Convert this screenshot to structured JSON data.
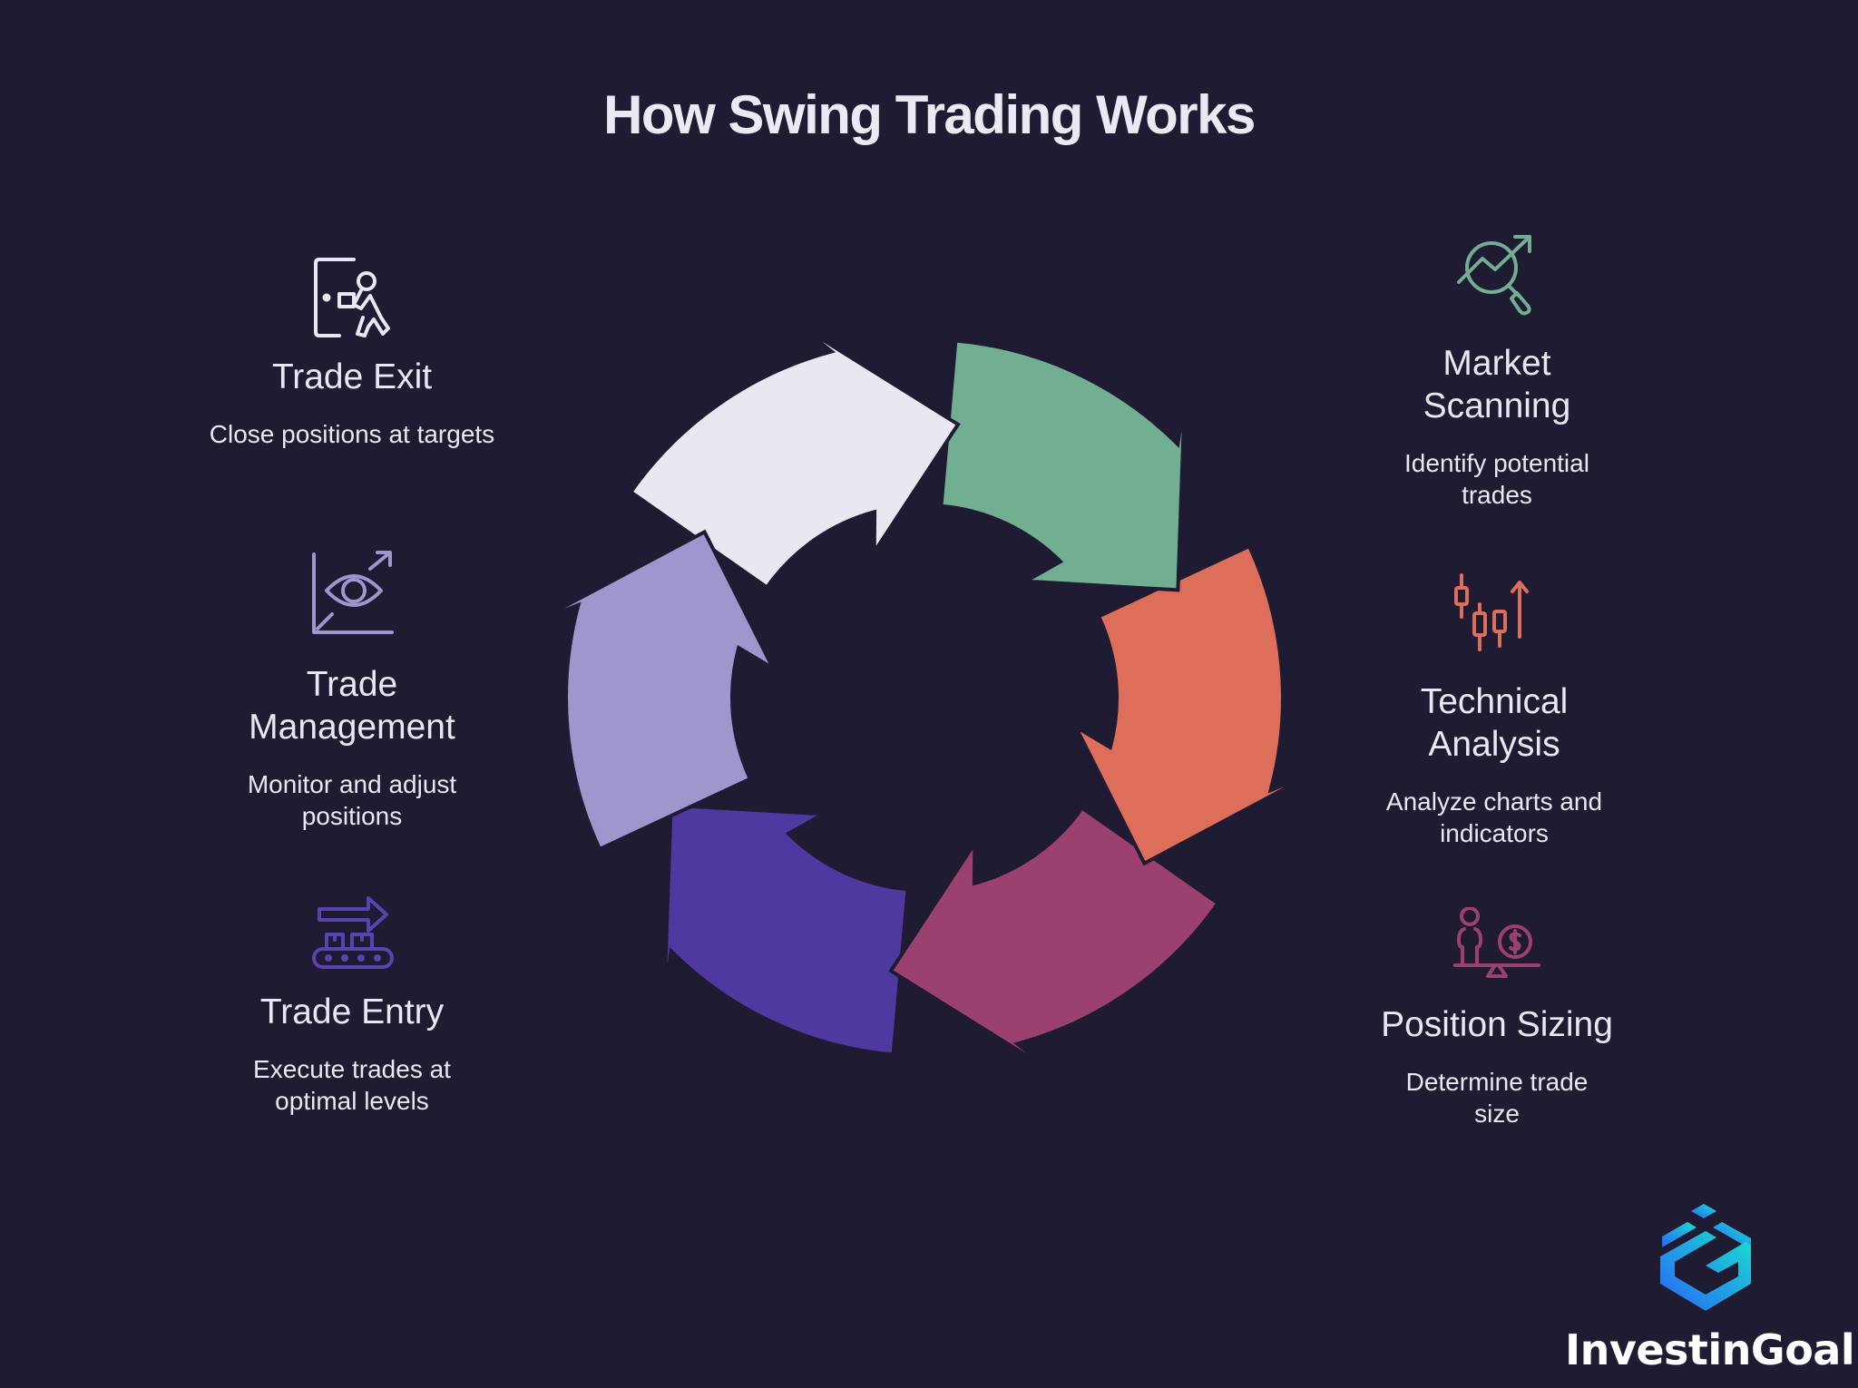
{
  "title": "How Swing Trading Works",
  "colors": {
    "background": "#1f1b33",
    "trade_exit": "#e9e7f2",
    "market_scanning": "#72ae92",
    "technical_analysis": "#dd6f5a",
    "position_sizing": "#9a4170",
    "trade_entry": "#4f38a0",
    "trade_management": "#a095cc"
  },
  "cycle": [
    {
      "id": "trade_exit",
      "color": "#e9e7f2"
    },
    {
      "id": "market_scanning",
      "color": "#72ae92"
    },
    {
      "id": "technical_analysis",
      "color": "#dd6f5a"
    },
    {
      "id": "position_sizing",
      "color": "#9a4170"
    },
    {
      "id": "trade_entry",
      "color": "#4f38a0"
    },
    {
      "id": "trade_management",
      "color": "#a095cc"
    }
  ],
  "steps": {
    "trade_exit": {
      "title": "Trade Exit",
      "description": "Close positions at targets",
      "icon": "door-exit-person-icon"
    },
    "trade_management": {
      "title": "Trade Management",
      "description": "Monitor and adjust positions",
      "icon": "eye-chart-icon"
    },
    "trade_entry": {
      "title": "Trade Entry",
      "description": "Execute trades at optimal levels",
      "icon": "conveyor-arrow-icon"
    },
    "market_scanning": {
      "title": "Market Scanning",
      "description": "Identify potential trades",
      "icon": "magnifier-trend-icon"
    },
    "technical_analysis": {
      "title": "Technical Analysis",
      "description": "Analyze charts and indicators",
      "icon": "candlestick-icon"
    },
    "position_sizing": {
      "title": "Position Sizing",
      "description": "Determine trade size",
      "icon": "balance-scale-icon"
    }
  },
  "brand": {
    "name": "InvestinGoal"
  }
}
